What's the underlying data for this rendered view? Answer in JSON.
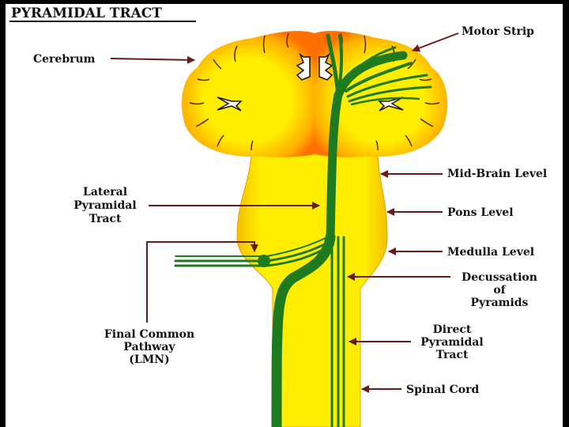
{
  "title": "PYRAMIDAL TRACT",
  "labels": {
    "cerebrum": "Cerebrum",
    "motor_strip": "Motor Strip",
    "mid_brain": "Mid-Brain Level",
    "lateral_line1": "Lateral",
    "lateral_line2": "Pyramidal",
    "lateral_line3": "Tract",
    "pons": "Pons Level",
    "medulla": "Medulla Level",
    "decussation_line1": "Decussation",
    "decussation_line2": "of",
    "decussation_line3": "Pyramids",
    "final_line1": "Final Common",
    "final_line2": "Pathway",
    "final_line3": "(LMN)",
    "direct_line1": "Direct",
    "direct_line2": "Pyramidal",
    "direct_line3": "Tract",
    "spinal": "Spinal Cord"
  },
  "colors": {
    "background": "#000000",
    "slide": "#ffffff",
    "brain_fill": "#ffee00",
    "cortex_edge": "#ff7a00",
    "tract": "#1e7a1e",
    "arrow": "#6b1a1a",
    "text": "#111111"
  }
}
